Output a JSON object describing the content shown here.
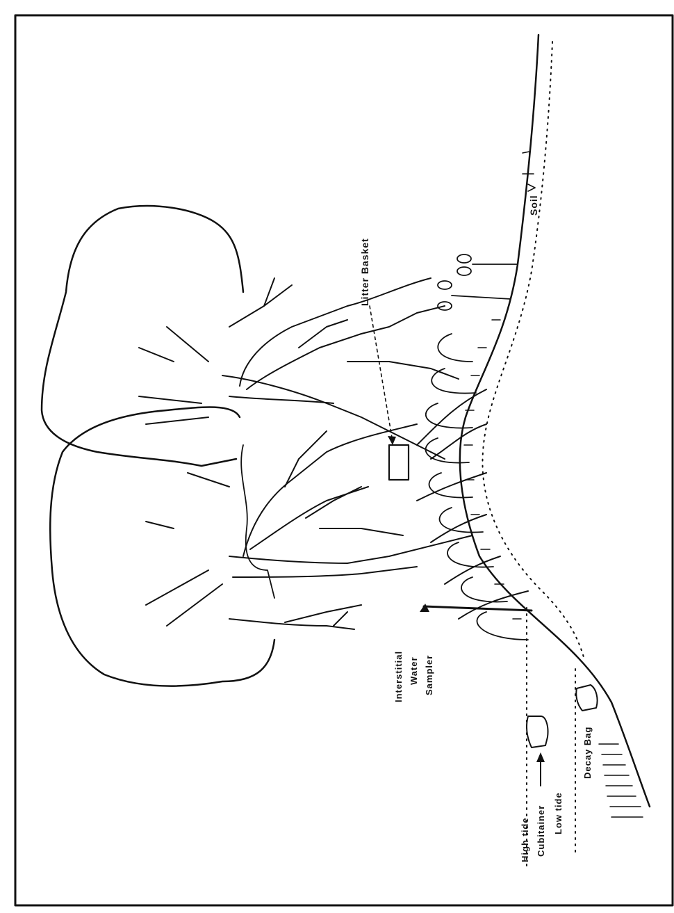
{
  "labels": {
    "litter_basket": "Litter Basket",
    "soil": "Soil",
    "interstitial_line1": "Interstitial",
    "interstitial_line2": "Water",
    "interstitial_line3": "Sampler",
    "high_tide": "High tide",
    "cubitainer": "Cubitainer",
    "low_tide": "Low tide",
    "decay_bag": "Decay Bag"
  },
  "colors": {
    "ink": "#111111",
    "paper": "#ffffff"
  }
}
